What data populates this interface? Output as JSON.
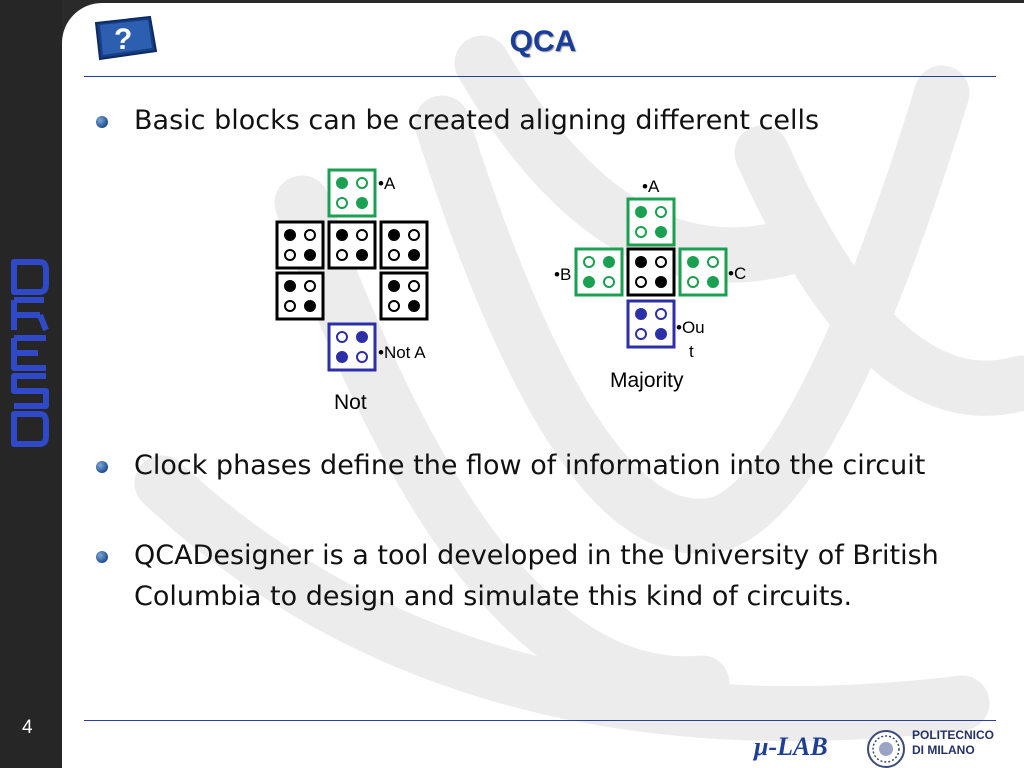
{
  "slide": {
    "title": "QCA",
    "page_number": "4",
    "side_logo_text": "DRESD"
  },
  "bullets": [
    "Basic blocks can be created aligning different cells",
    "Clock phases define the flow of information into the circuit",
    "QCADesigner is a tool developed in the University of British Columbia to design and simulate this kind of circuits."
  ],
  "diagram_not": {
    "caption": "Not",
    "input_label": "•A",
    "output_label": "•Not A"
  },
  "diagram_majority": {
    "caption": "Majority",
    "label_a": "•A",
    "label_b": "•B",
    "label_c": "•C",
    "label_out_1": "•Ou",
    "label_out_2": "t"
  },
  "footer": {
    "lab_logo_text": "μ-LAB",
    "university_line1": "POLITECNICO",
    "university_line2": "DI MILANO"
  },
  "colors": {
    "title": "#1a3d9c",
    "green_cell": "#1aa050",
    "blue_cell": "#2c2fa8",
    "black_cell": "#000000"
  }
}
